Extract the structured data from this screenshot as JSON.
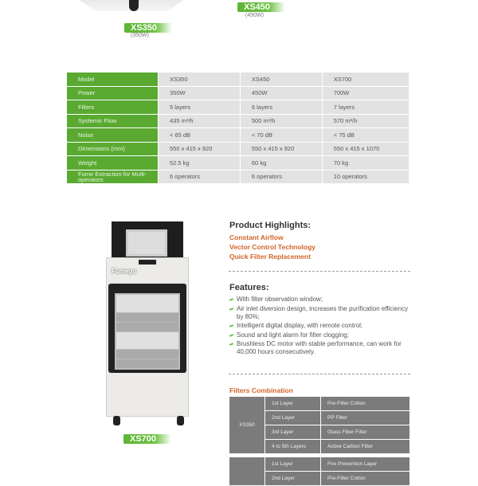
{
  "top_models": [
    {
      "name": "XS350",
      "power": "(350W)"
    },
    {
      "name": "XS450",
      "power": "(450W)"
    }
  ],
  "spec_table": {
    "rows": [
      [
        "Model",
        "XS350",
        "XS450",
        "XS700"
      ],
      [
        "Power",
        "350W",
        "450W",
        "700W"
      ],
      [
        "Filters",
        "5 layers",
        "6 layers",
        "7 layers"
      ],
      [
        "Systemic Flow",
        "435 m³/h",
        "500 m³/h",
        "570 m³/h"
      ],
      [
        "Noise",
        "< 65 dB",
        "< 70 dB",
        "< 75 dB"
      ],
      [
        "Dimensions (mm)",
        "550 x 415 x 920",
        "550 x 415 x 920",
        "550 x 415 x 1070"
      ],
      [
        "Weight",
        "52.5 kg",
        "60 kg",
        "70 kg"
      ],
      [
        "Fume Extraction for Multi-operators",
        "6 operators",
        "6 operators",
        "10 operators"
      ]
    ]
  },
  "product": {
    "model": "XS700",
    "brand_logo": "Fumego"
  },
  "highlights": {
    "title": "Product Highlights:",
    "items": [
      "Constant Airflow",
      "Vector Control Technology",
      "Quick Filter Replacement"
    ]
  },
  "features": {
    "title": "Features:",
    "items": [
      "With filter observation window;",
      "Air inlet diversion design, increases the purification efficiency by 80%;",
      "Intelligent digital display, with remote control;",
      "Sound and light alarm for filter clogging;",
      "Brushless DC motor with stable performance, can work for 40,000 hours consecutively."
    ]
  },
  "filters": {
    "title": "Filters Combination",
    "groups": [
      {
        "model": "XS350",
        "layers": [
          [
            "1st Layer",
            "Pre-Filter Cotton"
          ],
          [
            "2nd Layer",
            "PP Filter"
          ],
          [
            "3rd Layer",
            "Glass Fiber Filter"
          ],
          [
            "4 to 5th Layers",
            "Active Carbon Filter"
          ]
        ]
      },
      {
        "model": "",
        "layers": [
          [
            "1st Layer",
            "Fire Prevention Layer"
          ],
          [
            "2nd Layer",
            "Pre-Filter Cotton"
          ]
        ]
      }
    ]
  },
  "colors": {
    "green": "#5aaa32",
    "orange": "#d2642a",
    "gray": "#7b7b7b"
  }
}
